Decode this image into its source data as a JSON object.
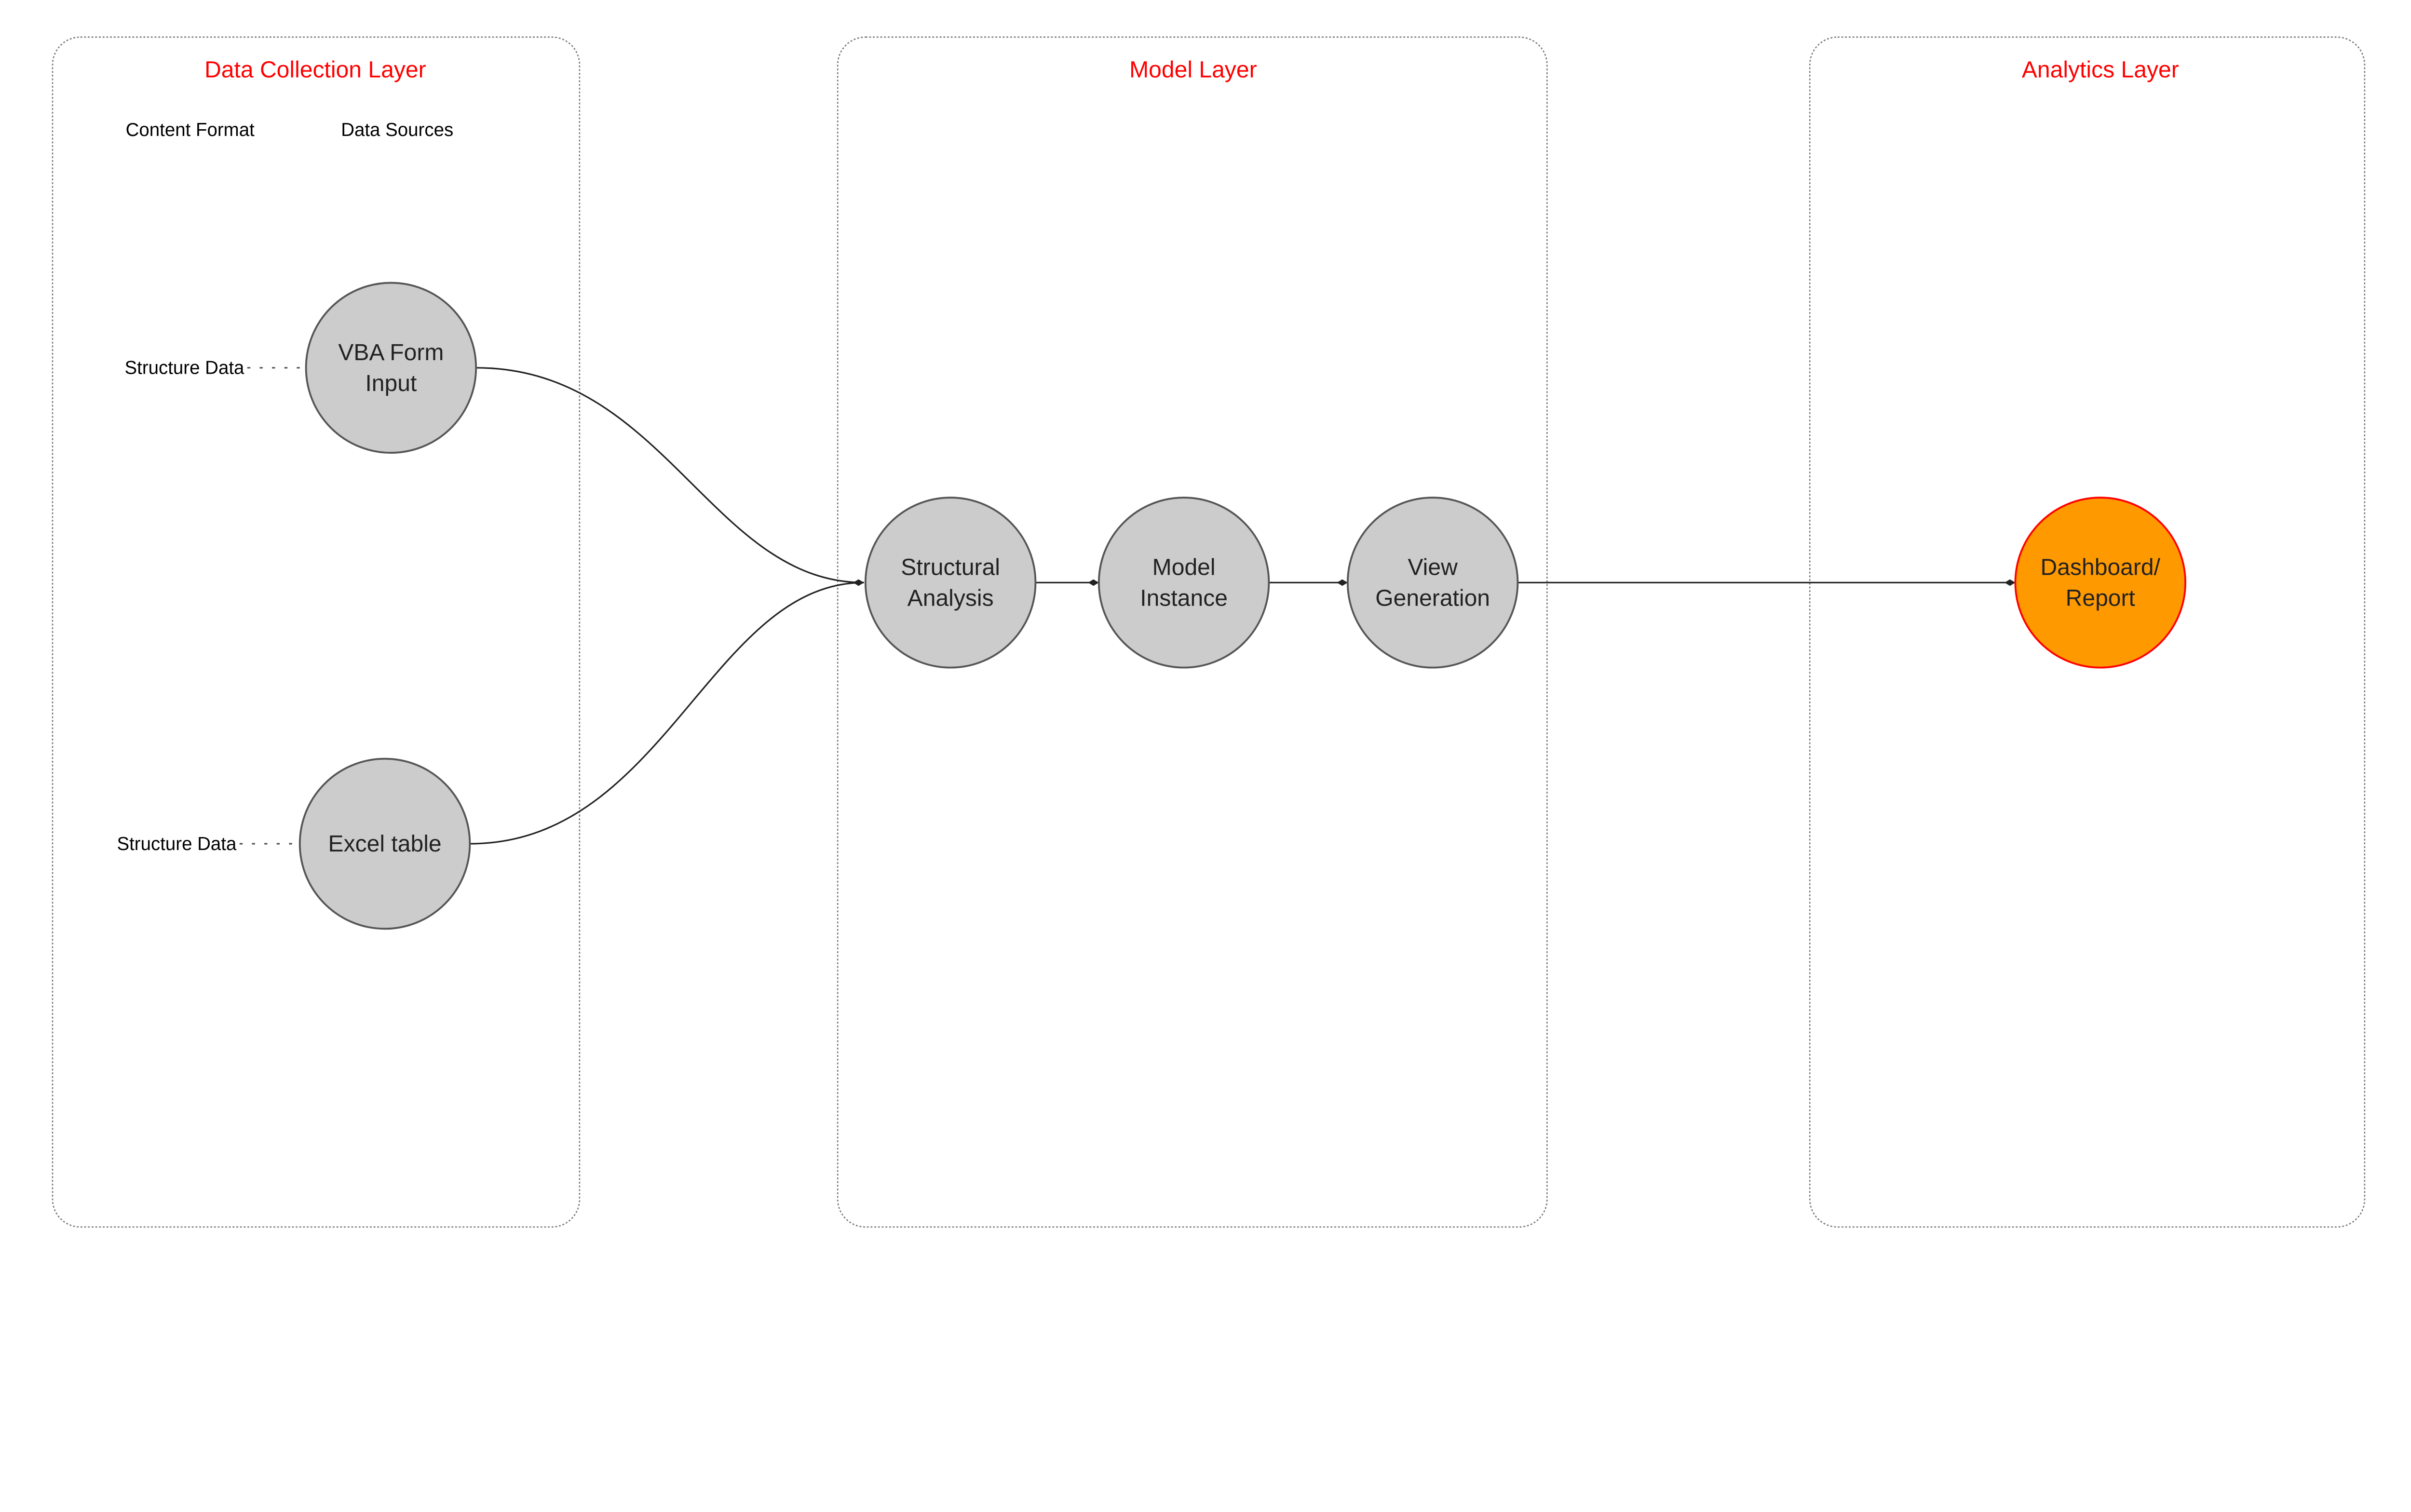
{
  "layers": [
    {
      "title": "Data Collection Layer"
    },
    {
      "title": "Model Layer"
    },
    {
      "title": "Analytics Layer"
    }
  ],
  "column_headers": {
    "content_format": "Content Format",
    "data_sources": "Data Sources"
  },
  "sources": [
    {
      "format_label": "Structure Data",
      "lines": [
        "VBA Form",
        "Input"
      ]
    },
    {
      "format_label": "Structure Data",
      "lines": [
        "Excel table"
      ]
    }
  ],
  "model_nodes": [
    {
      "lines": [
        "Structural",
        "Analysis"
      ]
    },
    {
      "lines": [
        "Model",
        "Instance"
      ]
    },
    {
      "lines": [
        "View",
        "Generation"
      ]
    }
  ],
  "analytics_node": {
    "lines": [
      "Dashboard/",
      "Report"
    ]
  },
  "colors": {
    "title": "#ff0000",
    "node_fill": "#cccccc",
    "highlight_fill": "#ff9900",
    "highlight_stroke": "#ff0000"
  }
}
